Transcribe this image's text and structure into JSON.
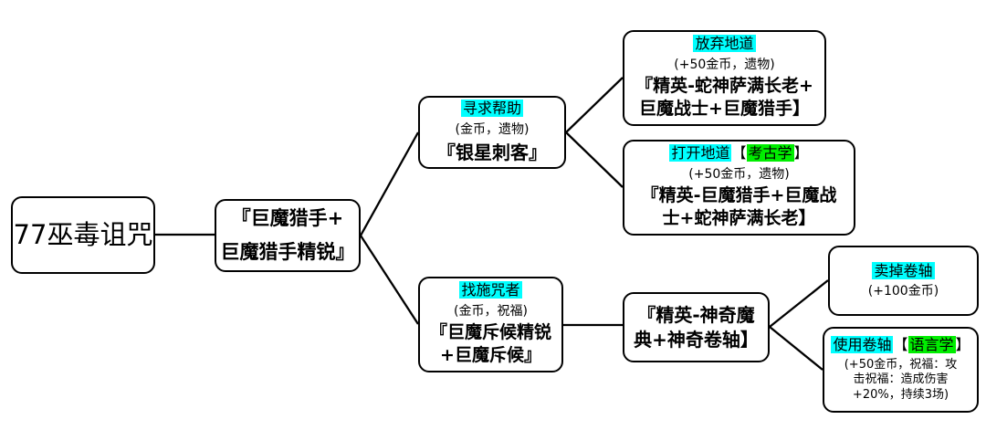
{
  "colors": {
    "action_highlight": "#00ffff",
    "skill_highlight": "#00ee00",
    "box_border": "#000000",
    "box_background": "#ffffff",
    "line": "#000000",
    "text": "#000000"
  },
  "nodes": {
    "root": {
      "label": "77巫毒诅咒"
    },
    "stage1": {
      "line1": "『巨魔猎手+",
      "line2": "巨魔猎手精锐』"
    },
    "seek_help": {
      "action": "寻求帮助",
      "reward": "(金币，遗物)",
      "units": "『银星刺客』"
    },
    "abandon_tunnel": {
      "action": "放弃地道",
      "reward": "(+50金币，遗物)",
      "units_line1": "『精英-蛇神萨满长老+",
      "units_line2": "巨魔战士+巨魔猎手】"
    },
    "open_tunnel": {
      "action": "打开地道",
      "bracket_open": "【",
      "skill": "考古学",
      "bracket_close": "】",
      "reward": "(+50金币，遗物)",
      "units_line1": "『精英-巨魔猎手+巨魔战",
      "units_line2": "士+蛇神萨满长老】"
    },
    "find_caster": {
      "action": "找施咒者",
      "reward": "(金币，祝福)",
      "units_line1": "『巨魔斥候精锐",
      "units_line2": "+巨魔斥候』"
    },
    "magic_tome": {
      "units_line1": "『精英-神奇魔",
      "units_line2": "典+神奇卷轴】"
    },
    "sell_scroll": {
      "action": "卖掉卷轴",
      "reward": "(+100金币)"
    },
    "use_scroll": {
      "action": "使用卷轴",
      "bracket_open": "【",
      "skill": "语言学",
      "bracket_close": "】",
      "reward_line1": "(+50金币，祝福：攻",
      "reward_line2": "击祝福：造成伤害",
      "reward_line3": "+20%，持续3场)"
    }
  }
}
